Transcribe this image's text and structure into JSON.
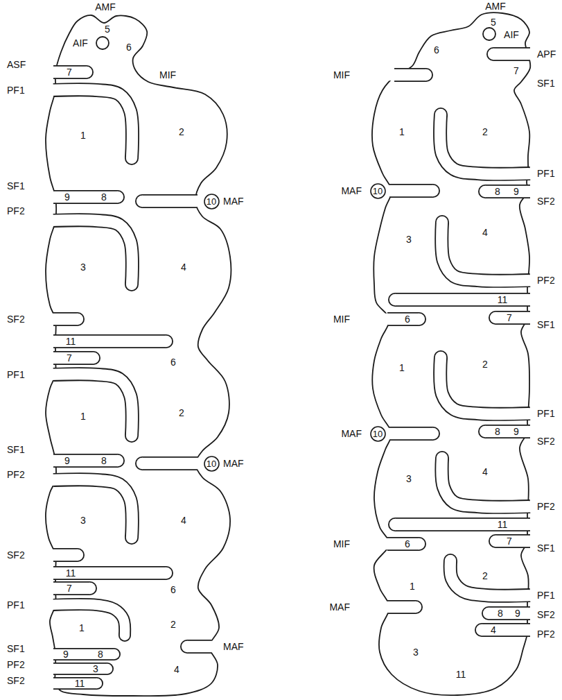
{
  "diagram": {
    "nodes": [
      {
        "text": [
          "10"
        ]
      },
      {
        "text": [
          "10"
        ]
      },
      {
        "text": [
          "10"
        ]
      },
      {
        "text": [
          "10"
        ]
      }
    ],
    "labels": [
      "AMF",
      "5",
      "AIF",
      "6",
      "ASF",
      "7",
      "MIF",
      "PF1",
      "1",
      "2",
      "SF1",
      "9",
      "8",
      "MAF",
      "PF2",
      "3",
      "4",
      "SF2",
      "11",
      "7",
      "6",
      "PF1",
      "1",
      "2",
      "SF1",
      "9",
      "8",
      "MAF",
      "PF2",
      "3",
      "4",
      "SF2",
      "11",
      "7",
      "6",
      "PF1",
      "1",
      "2",
      "SF1",
      "9",
      "8",
      "MAF",
      "PF2",
      "3",
      "4",
      "SF2",
      "11",
      "AMF",
      "5",
      "AIF",
      "6",
      "MIF",
      "APF",
      "7",
      "SF1",
      "1",
      "2",
      "PF1",
      "8",
      "9",
      "MAF",
      "SF2",
      "3",
      "4",
      "PF2",
      "11",
      "MIF",
      "6",
      "7",
      "SF1",
      "1",
      "2",
      "PF1",
      "8",
      "9",
      "MAF",
      "SF2",
      "3",
      "4",
      "PF2",
      "11",
      "MIF",
      "6",
      "7",
      "SF1",
      "1",
      "2",
      "PF1",
      "8",
      "9",
      "MAF",
      "SF2",
      "4",
      "PF2",
      "3",
      "11"
    ]
  }
}
